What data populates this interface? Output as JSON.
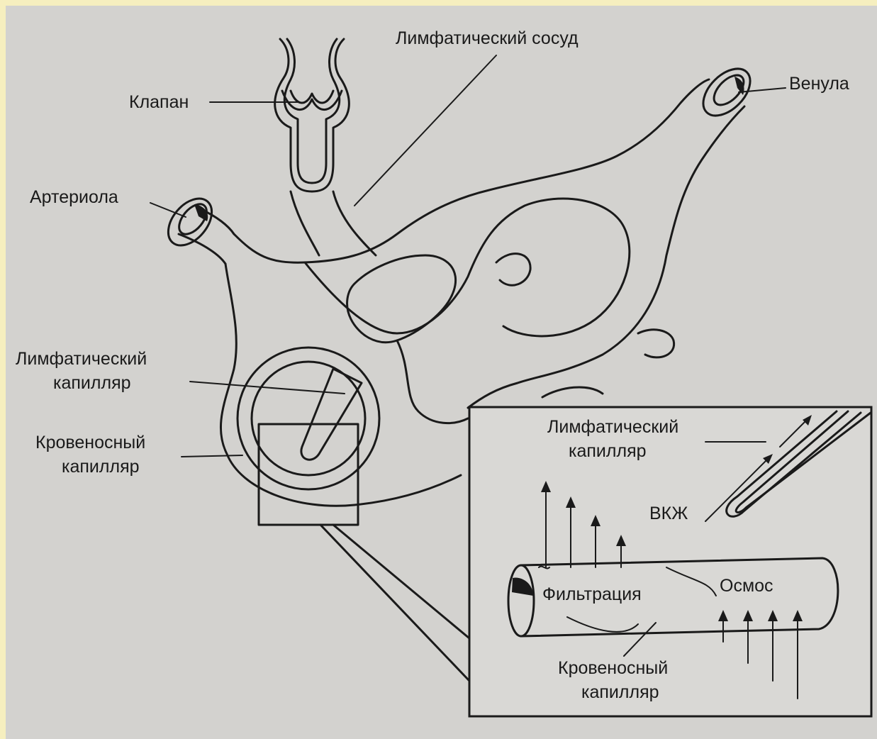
{
  "labels": {
    "lymph_vessel": "Лимфатический сосуд",
    "valve": "Клапан",
    "venule": "Венула",
    "arteriole": "Артериола",
    "lymph_capillary_1": "Лимфатический",
    "lymph_capillary_2": "капилляр",
    "blood_capillary_1": "Кровеносный",
    "blood_capillary_2": "капилляр"
  },
  "inset": {
    "lymph_capillary_1": "Лимфатический",
    "lymph_capillary_2": "капилляр",
    "interstitial_fluid": "ВКЖ",
    "filtration": "Фильтрация",
    "osmosis": "Осмос",
    "blood_capillary_1": "Кровеносный",
    "blood_capillary_2": "капилляр"
  },
  "colors": {
    "frame_border": "#f6efbf",
    "background": "#d3d2cf",
    "ink": "#1a1a1a",
    "inset_fill": "#d9d8d5"
  }
}
